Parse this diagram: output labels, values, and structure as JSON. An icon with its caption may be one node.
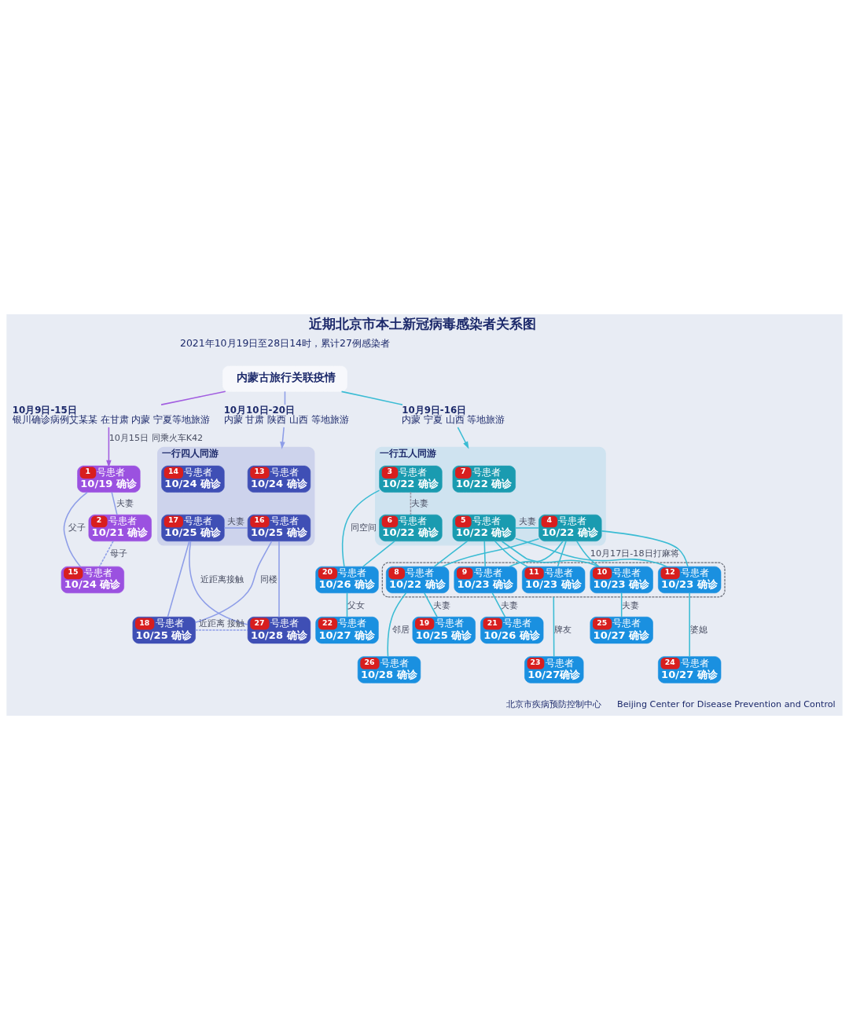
{
  "diagram": {
    "title": "近期北京市本土新冠病毒感染者关系图",
    "nodes": [
      {
        "text": [
          "内蒙古旅行关联疫情"
        ]
      },
      {
        "text": [
          "10月9日-15日",
          "银川确诊病例艾某某 在甘肃 内蒙 宁夏等地旅游"
        ]
      },
      {
        "text": [
          "10月10日-20日",
          "内蒙 甘肃 陕西 山西 等地旅游"
        ]
      },
      {
        "text": [
          "10月9日-16日",
          "内蒙 宁夏 山西 等地旅游"
        ]
      },
      {
        "text": [
          "1",
          "号患者",
          "10/19 确诊"
        ]
      },
      {
        "text": [
          "一行四人同游"
        ]
      },
      {
        "text": [
          "13",
          "号患者",
          "10/24 确诊"
        ],
        "in": 5
      },
      {
        "text": [
          "14",
          "号患者",
          "10/24 确诊"
        ],
        "in": 5
      },
      {
        "text": [
          "16",
          "号患者",
          "10/25 确诊"
        ],
        "in": 5
      },
      {
        "text": [
          "17",
          "号患者",
          "10/25 确诊"
        ],
        "in": 5
      },
      {
        "text": [
          "一行五人同游"
        ]
      },
      {
        "text": [
          "7",
          "号患者",
          "10/22 确诊"
        ],
        "in": 10
      },
      {
        "text": [
          "3",
          "号患者",
          "10/22 确诊"
        ],
        "in": 10
      },
      {
        "text": [],
        "shape": "box"
      },
      {
        "text": [
          "4",
          "号患者",
          "10/22 确诊"
        ],
        "in": 10
      },
      {
        "text": [
          "5",
          "号患者",
          "10/22 确诊"
        ],
        "in": 10
      },
      {
        "text": [
          "6",
          "号患者",
          "10/22 确诊"
        ],
        "in": 10
      },
      {
        "text": [
          "2",
          "号患者",
          "10/21 确诊"
        ]
      },
      {
        "text": [
          "18",
          "号患者",
          "10/25 确诊"
        ]
      },
      {
        "text": [
          "27",
          "号患者",
          "10/28 确诊"
        ]
      },
      {
        "text": [
          "11",
          "号患者",
          "10/23 确诊"
        ],
        "in": 13
      },
      {
        "text": [
          "12",
          "号患者",
          "10/23 确诊"
        ],
        "in": 13
      },
      {
        "text": [
          "20",
          "号患者",
          "10/26 确诊"
        ]
      },
      {
        "text": [
          "8",
          "号患者",
          "10/22 确诊"
        ],
        "in": 13
      },
      {
        "text": [
          "10",
          "号患者",
          "10/23 确诊"
        ],
        "in": 13
      },
      {
        "text": [
          "9",
          "号患者",
          "10/23 确诊"
        ],
        "in": 13
      },
      {
        "text": [
          "15",
          "号患者",
          "10/24 确诊"
        ]
      },
      {
        "text": [
          "22",
          "号患者",
          "10/27 确诊"
        ]
      },
      {
        "text": [
          "19",
          "号患者",
          "10/25 确诊"
        ]
      },
      {
        "text": [
          "25",
          "号患者",
          "10/27 确诊"
        ]
      },
      {
        "text": [
          "21",
          "号患者",
          "10/26 确诊"
        ]
      },
      {
        "text": [
          "23",
          "号患者",
          "10/27确诊"
        ]
      },
      {
        "text": [
          "26",
          "号患者",
          "10/28 确诊"
        ]
      },
      {
        "text": [
          "24",
          "号患者",
          "10/27 确诊"
        ]
      }
    ],
    "edges": [
      {
        "from": 0,
        "to": 1,
        "arrow": "none",
        "color": "#a25ee0"
      },
      {
        "from": 0,
        "to": 2,
        "arrow": "none",
        "color": "#8e9ee8"
      },
      {
        "from": 0,
        "to": 3,
        "arrow": "none"
      },
      {
        "from": 1,
        "to": 4,
        "arrow": "to",
        "label": "10月15日 同乘火车K42",
        "color": "#a25ee0"
      },
      {
        "from": 2,
        "to": 5,
        "arrow": "to",
        "color": "#8e9ee8"
      },
      {
        "from": 3,
        "to": 10,
        "arrow": "to"
      },
      {
        "from": 4,
        "to": 17,
        "arrow": "none",
        "label": "夫妻",
        "color": "#8e9ee8"
      },
      {
        "from": 17,
        "to": 26,
        "arrow": "none",
        "label": "母子",
        "style": "dashed",
        "color": "#8e9ee8"
      },
      {
        "from": 4,
        "to": 26,
        "arrow": "none",
        "label": "父子",
        "color": "#8e9ee8"
      },
      {
        "from": 8,
        "to": 9,
        "arrow": "none",
        "label": "夫妻",
        "color": "#8e9ee8"
      },
      {
        "from": 8,
        "to": 18,
        "arrow": "none",
        "label": "同楼",
        "color": "#8e9ee8"
      },
      {
        "from": 8,
        "to": 19,
        "arrow": "none",
        "color": "#8e9ee8"
      },
      {
        "from": 9,
        "to": 18,
        "arrow": "none",
        "color": "#8e9ee8"
      },
      {
        "from": 9,
        "to": 19,
        "arrow": "none",
        "label": "近距离接触",
        "color": "#8e9ee8"
      },
      {
        "from": 18,
        "to": 19,
        "arrow": "none",
        "label": "近距离 接触",
        "style": "dashed",
        "color": "#8e9ee8"
      },
      {
        "from": 14,
        "to": 15,
        "arrow": "none",
        "label": "夫妻"
      },
      {
        "from": 12,
        "to": 16,
        "arrow": "none",
        "label": "夫妻",
        "style": "dashed",
        "color": "#9a9aa8"
      },
      {
        "from": 14,
        "to": 20,
        "arrow": "none"
      },
      {
        "from": 14,
        "to": 21,
        "arrow": "none"
      },
      {
        "from": 14,
        "to": 23,
        "arrow": "none"
      },
      {
        "from": 14,
        "to": 24,
        "arrow": "none",
        "label": "10月17日-18日打麻将"
      },
      {
        "from": 14,
        "to": 25,
        "arrow": "none"
      },
      {
        "from": 15,
        "to": 20,
        "arrow": "none"
      },
      {
        "from": 15,
        "to": 21,
        "arrow": "none"
      },
      {
        "from": 15,
        "to": 23,
        "arrow": "none"
      },
      {
        "from": 15,
        "to": 24,
        "arrow": "none"
      },
      {
        "from": 15,
        "to": 25,
        "arrow": "none"
      },
      {
        "from": 12,
        "to": 22,
        "arrow": "none",
        "label": "同空间"
      },
      {
        "from": 16,
        "to": 22,
        "arrow": "none"
      },
      {
        "from": 22,
        "to": 27,
        "arrow": "none",
        "label": "父女"
      },
      {
        "from": 13,
        "to": 31,
        "arrow": "none",
        "label": "牌友"
      },
      {
        "from": 23,
        "to": 28,
        "arrow": "none",
        "label": "夫妻"
      },
      {
        "from": 23,
        "to": 32,
        "arrow": "none",
        "label": "邻居"
      },
      {
        "from": 24,
        "to": 29,
        "arrow": "none",
        "label": "夫妻"
      },
      {
        "from": 21,
        "to": 33,
        "arrow": "none",
        "label": "婆媳"
      },
      {
        "from": 25,
        "to": 30,
        "arrow": "none",
        "label": "夫妻"
      }
    ],
    "labels": [
      "2021年10月19日至28日14时，累计27例感染者",
      "北京市疾病预防控制中心",
      "Beijing Center for Disease Prevention and Control"
    ]
  }
}
